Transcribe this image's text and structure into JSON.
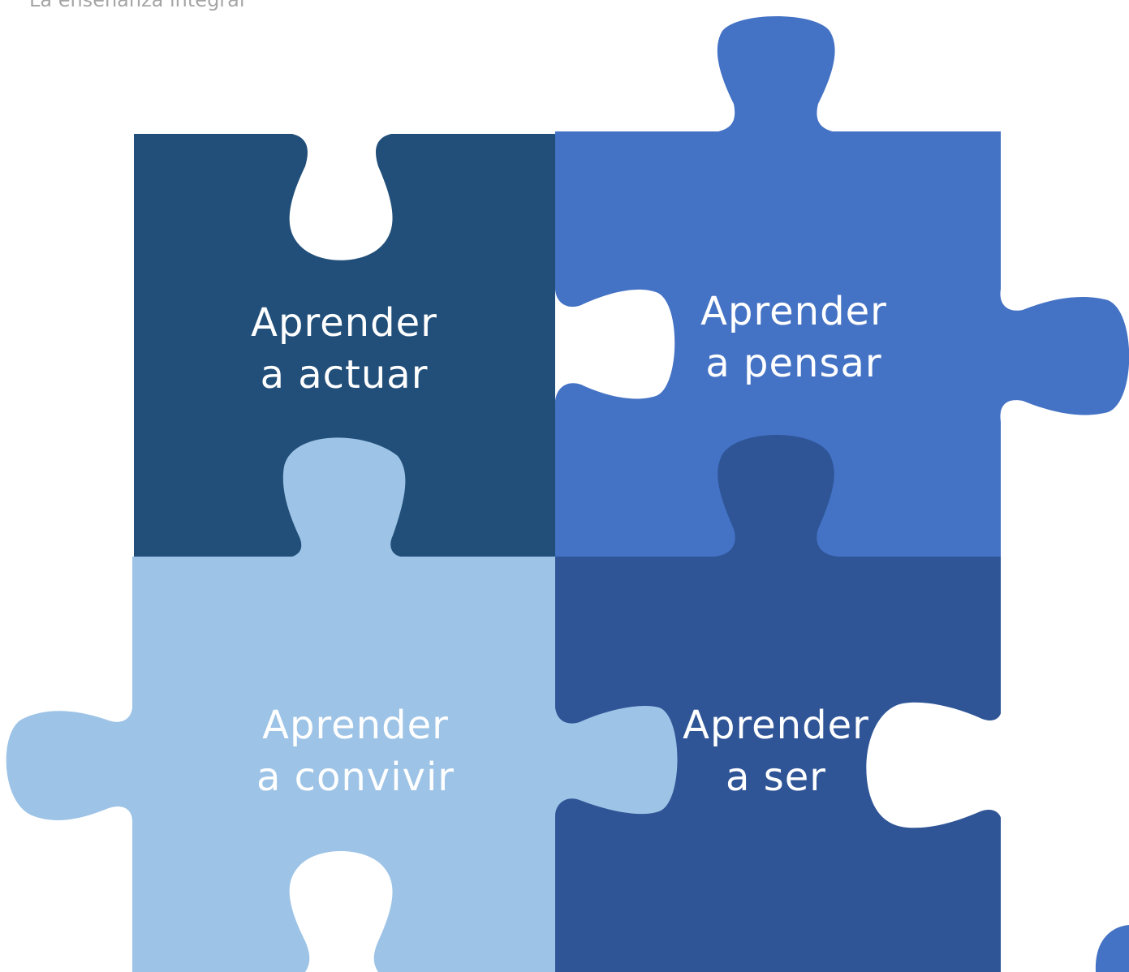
{
  "header": {
    "title": "La enseñanza integral"
  },
  "colors": {
    "actuar": "#214F79",
    "pensar": "#4472C4",
    "convivir": "#9DC3E6",
    "ser": "#2F5597",
    "label_text": "#FFFFFF",
    "header_text": "#A6A6A6"
  },
  "pieces": [
    {
      "id": "actuar",
      "line1": "Aprender",
      "line2": "a actuar"
    },
    {
      "id": "pensar",
      "line1": "Aprender",
      "line2": "a pensar"
    },
    {
      "id": "convivir",
      "line1": "Aprender",
      "line2": "a convivir"
    },
    {
      "id": "ser",
      "line1": "Aprender",
      "line2": "a ser"
    }
  ]
}
